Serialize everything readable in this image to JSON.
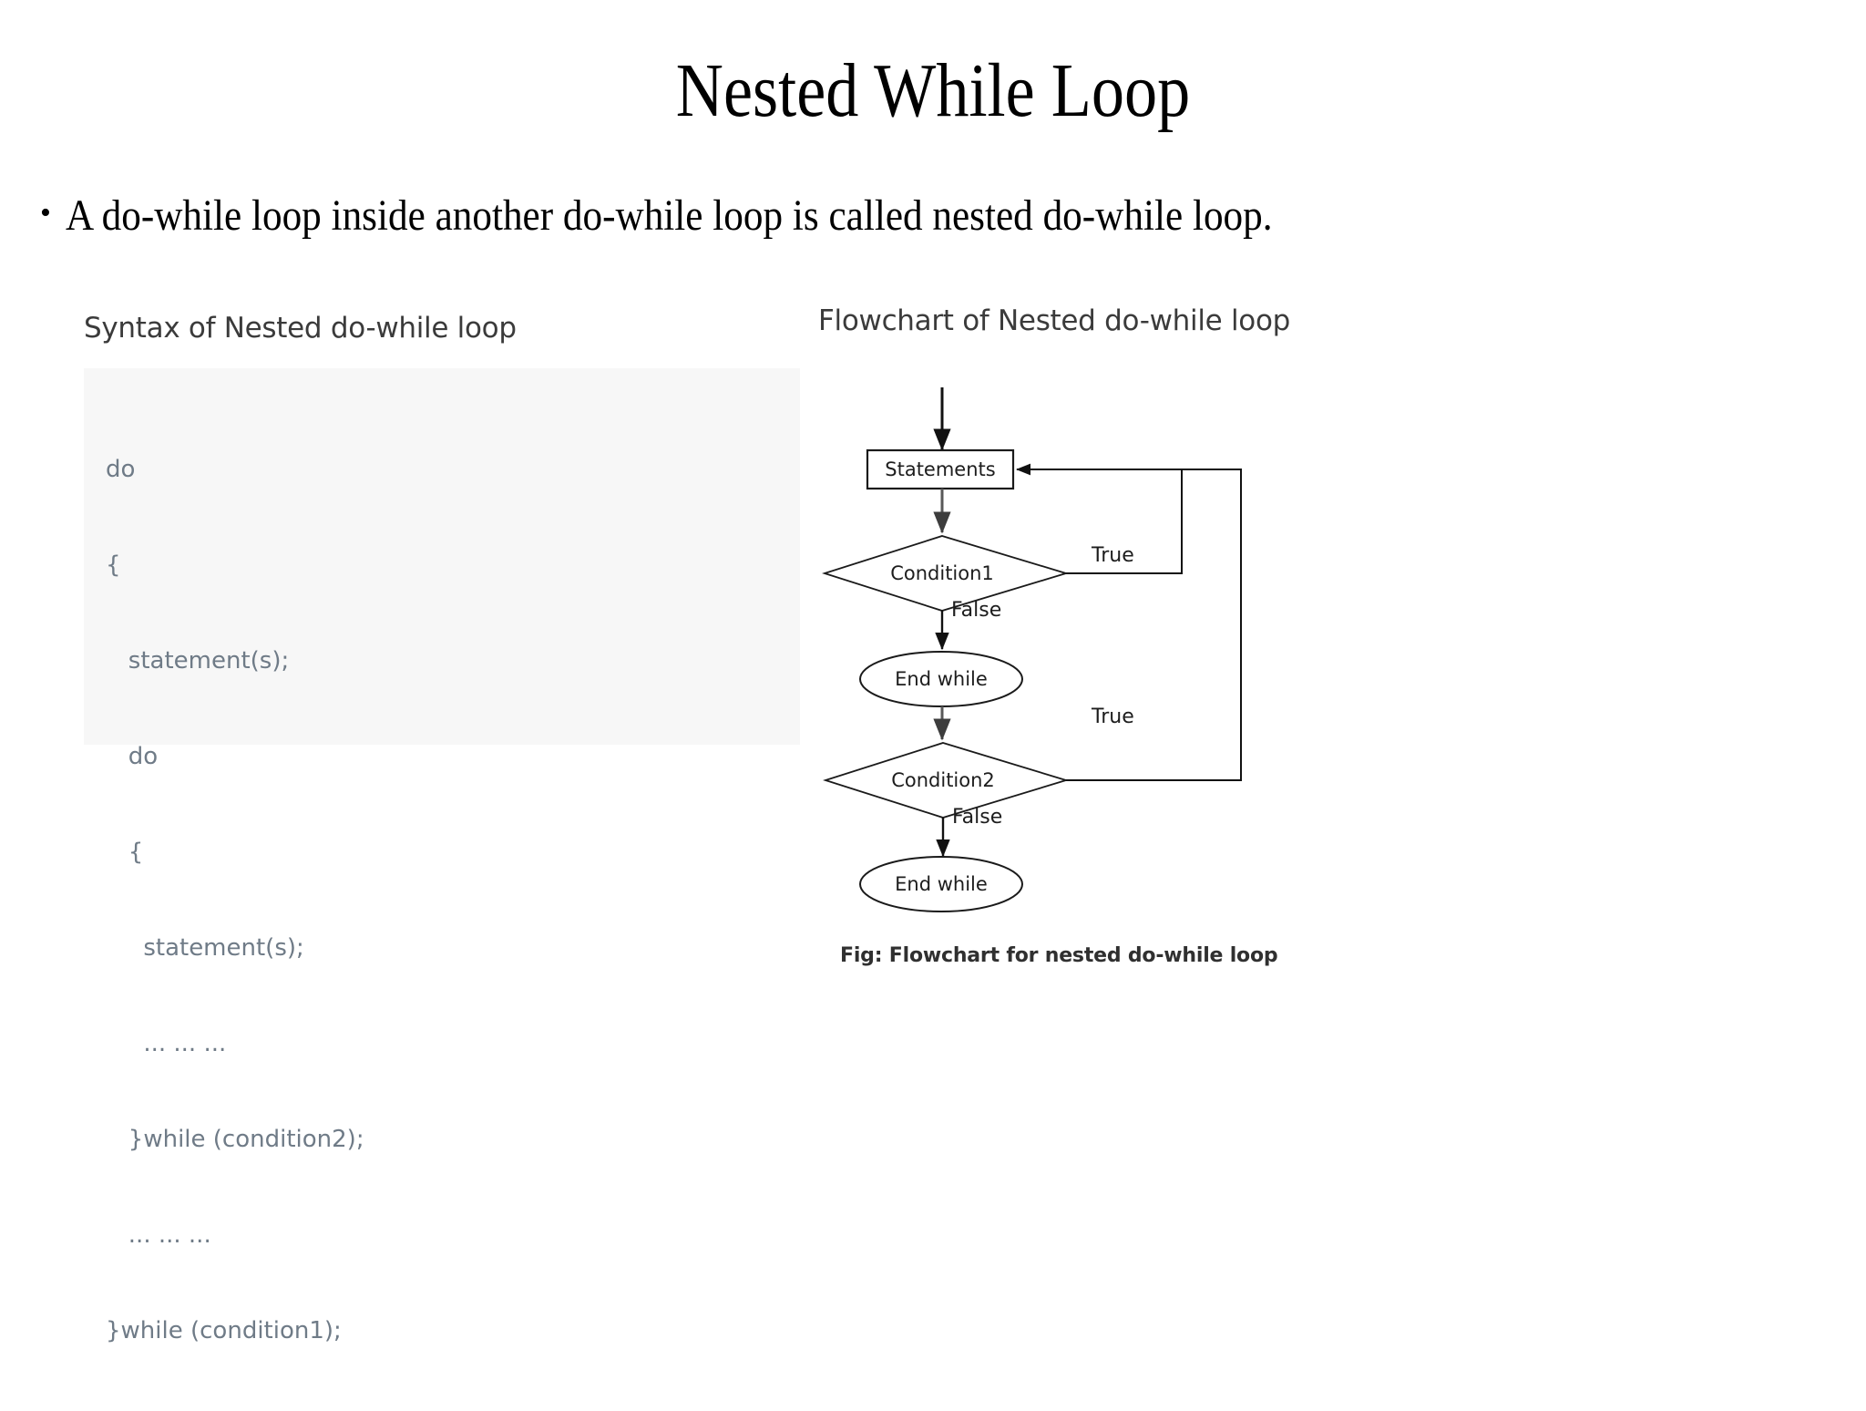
{
  "slide": {
    "title": "Nested While Loop",
    "bullet_marker": "•",
    "bullet_text": "A do-while loop inside another do-while loop is called nested do-while loop."
  },
  "syntax_panel": {
    "heading": "Syntax of Nested do-while loop",
    "code_lines": [
      "do",
      "{",
      "   statement(s);",
      "   do",
      "   {",
      "     statement(s);",
      "     ... ... ...",
      "   }while (condition2);",
      "   ... ... ...",
      "}while (condition1);"
    ],
    "background_color": "#f7f7f7",
    "text_color": "#6f7b87"
  },
  "flowchart_panel": {
    "heading": "Flowchart of Nested do-while loop",
    "caption": "Fig: Flowchart for nested do-while loop",
    "nodes": {
      "statements": "Statements",
      "condition1": "Condition1",
      "end_while_1": "End while",
      "condition2": "Condition2",
      "end_while_2": "End while"
    },
    "edges": {
      "cond1_true": "True",
      "cond1_false": "False",
      "cond2_true": "True",
      "cond2_false": "False"
    },
    "stroke_color": "#1a1a1a"
  }
}
